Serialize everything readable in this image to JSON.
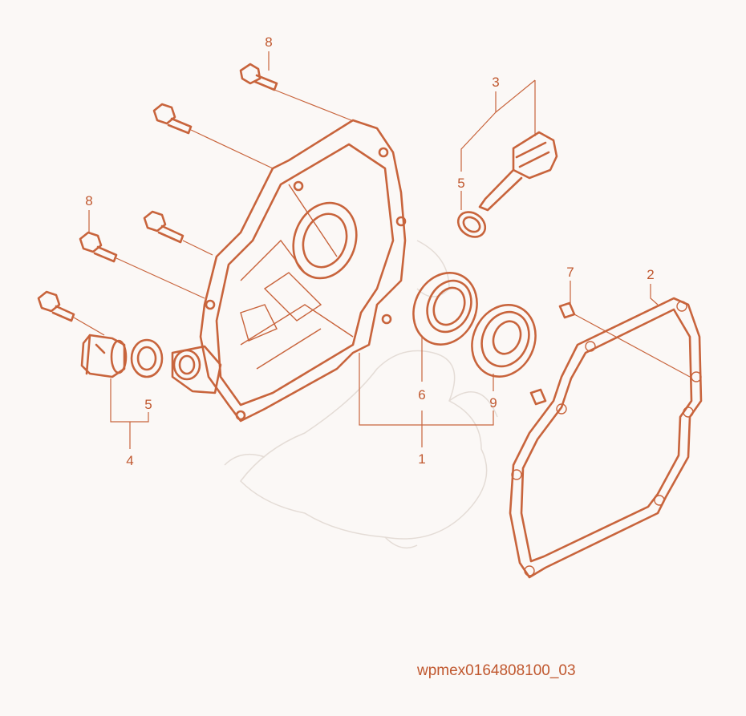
{
  "diagram_code": "wpmex0164808100_03",
  "callouts": {
    "c1": "1",
    "c2": "2",
    "c3": "3",
    "c4": "4",
    "c5a": "5",
    "c5b": "5",
    "c6": "6",
    "c7": "7",
    "c8a": "8",
    "c8b": "8",
    "c9": "9"
  },
  "colors": {
    "line": "#c8643c",
    "background": "#fbf8f6",
    "watermark": "#e4dcd6"
  }
}
